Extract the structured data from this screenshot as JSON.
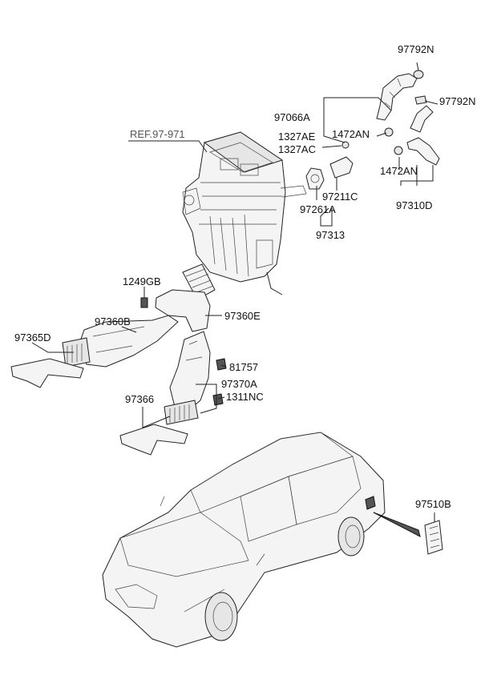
{
  "ref_label": "REF.97-971",
  "labels": {
    "p97792N_top": "97792N",
    "p97792N_mid": "97792N",
    "p97066A": "97066A",
    "p1327AE": "1327AE",
    "p1472AN_a": "1472AN",
    "p1327AC": "1327AC",
    "p1472AN_b": "1472AN",
    "p97211C": "97211C",
    "p97261A": "97261A",
    "p97310D": "97310D",
    "p97313": "97313",
    "p1249GB": "1249GB",
    "p97360B": "97360B",
    "p97360E": "97360E",
    "p97365D": "97365D",
    "p81757": "81757",
    "p97370A": "97370A",
    "p1311NC": "1311NC",
    "p97366": "97366",
    "p97510B": "97510B"
  }
}
